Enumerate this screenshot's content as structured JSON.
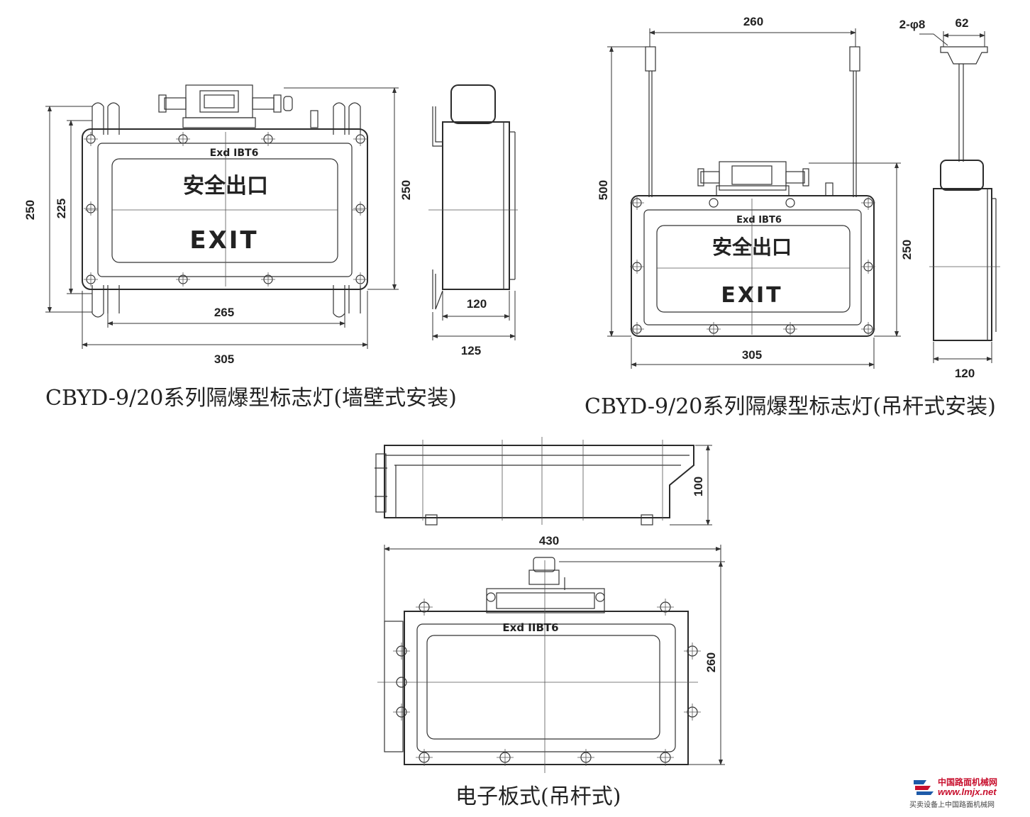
{
  "captions": {
    "wall": "CBYD-9/20系列隔爆型标志灯(墙壁式安装)",
    "pendant": "CBYD-9/20系列隔爆型标志灯(吊杆式安装)",
    "electronic": "电子板式(吊杆式)"
  },
  "panel_text": {
    "marking": "Exd IBT6",
    "marking_electronic": "Exd IIBT6",
    "cn_sign": "安全出口",
    "en_sign": "EXIT"
  },
  "dimensions": {
    "wall_height_outer": "250",
    "wall_height_inner": "225",
    "wall_height_right": "250",
    "wall_width_inner": "265",
    "wall_width_outer": "305",
    "wall_side_inner": "120",
    "wall_side_outer": "125",
    "pendant_rod_spacing": "260",
    "pendant_hole": "2-φ8",
    "pendant_hole_spacing": "62",
    "pendant_total_height": "500",
    "pendant_height": "250",
    "pendant_width": "305",
    "pendant_side": "120",
    "elec_depth": "100",
    "elec_width": "430",
    "elec_height": "260"
  },
  "watermark": {
    "cn": "中国路面机械网",
    "url": "www.lmjx.net",
    "sub": "买卖设备上中国路面机械网"
  }
}
